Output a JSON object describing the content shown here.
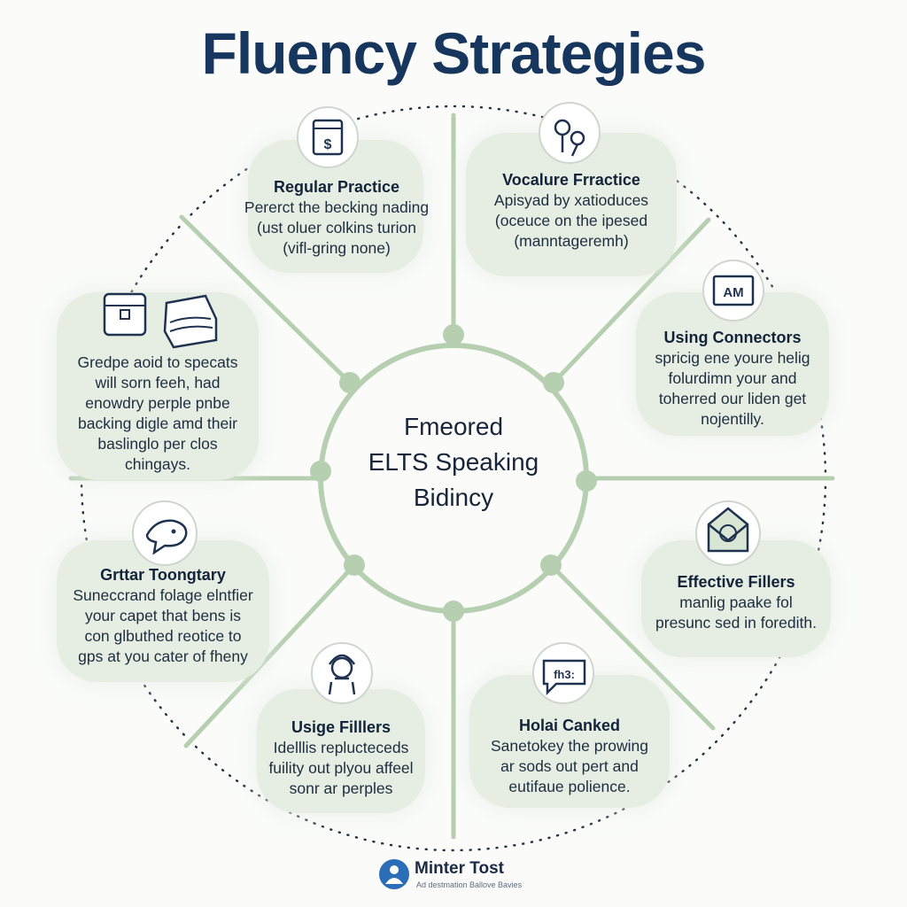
{
  "title": "Fluency Strategies",
  "center": {
    "line1": "Fmeored",
    "line2": "ELTS Speaking",
    "line3": "Bidincy"
  },
  "cards": [
    {
      "title": "Regular Practice",
      "lines": [
        "Pererct the becking nading",
        "(ust oluer colkins turion",
        "(vifl-gring none)"
      ],
      "icon": "calculator-icon"
    },
    {
      "title": "Vocalure Frractice",
      "lines": [
        "Apisyad by xatioduces",
        "(oceuce on the ipesed",
        "(manntageremh)"
      ],
      "icon": "search-magnifier-icon"
    },
    {
      "title": "",
      "lines": [
        "Gredpe aoid to specats",
        "will sorn feeh, had",
        "enowdry perple pnbe",
        "backing digle amd their",
        "baslinglo per clos",
        "chingays."
      ],
      "icon": "tablet-and-book-icon"
    },
    {
      "title": "Using Connectors",
      "lines": [
        "spricig ene youre helig",
        "folurdimn your and",
        "toherred our liden get",
        "nojentilly."
      ],
      "icon": "chart-board-icon"
    },
    {
      "title": "Grttar Toongtary",
      "lines": [
        "Suneccrand folage elntfier",
        "your capet that bens is",
        "con glbuthed reotice to",
        "gps at you cater of fheny"
      ],
      "icon": "speech-bubble-icon"
    },
    {
      "title": "Effective Fillers",
      "lines": [
        "manlig paake fol",
        "presunc sed in foredith."
      ],
      "icon": "envelope-icon"
    },
    {
      "title": "Usige Filllers",
      "lines": [
        "Idelllis replucteceds",
        "fuility out plyou affeel",
        "sonr ar perples"
      ],
      "icon": "person-headphones-icon"
    },
    {
      "title": "Holai Canked",
      "lines": [
        "Sanetokey the prowing",
        "ar sods out pert and",
        "eutifaue polience."
      ],
      "icon": "chat-bubble-icon"
    }
  ],
  "icon_labels": {
    "calculator_glyph": "$",
    "chart_glyph": "AM",
    "chat_glyph": "fh3:"
  },
  "brand": {
    "name": "Minter Tost",
    "tagline": "Ad destmation Ballove Bavies"
  },
  "colors": {
    "title": "#17365d",
    "spoke": "#b7cfb1",
    "card_fill": "#e6ede3",
    "dots": "#2a3340"
  }
}
